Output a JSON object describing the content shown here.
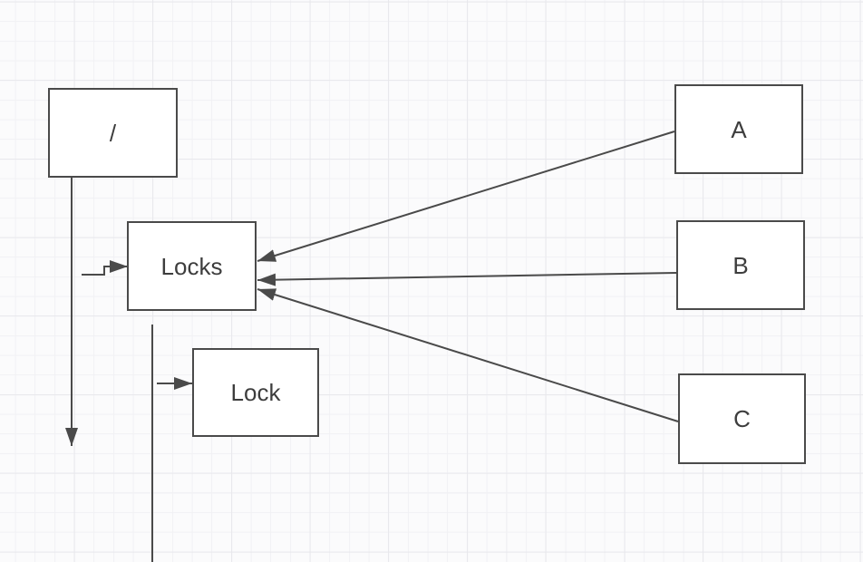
{
  "diagram": {
    "nodes": {
      "root": {
        "label": "/"
      },
      "locks": {
        "label": "Locks"
      },
      "lock": {
        "label": "Lock"
      },
      "a": {
        "label": "A"
      },
      "b": {
        "label": "B"
      },
      "c": {
        "label": "C"
      }
    },
    "edges": [
      {
        "name": "root-down-arrow",
        "from": "root",
        "to": "",
        "arrowhead": true
      },
      {
        "name": "a-to-locks",
        "from": "a",
        "to": "locks",
        "arrowhead": true
      },
      {
        "name": "b-to-locks",
        "from": "b",
        "to": "locks",
        "arrowhead": true
      },
      {
        "name": "c-to-locks",
        "from": "c",
        "to": "locks",
        "arrowhead": true
      },
      {
        "name": "stub-into-locks",
        "from": "",
        "to": "locks",
        "arrowhead": true
      },
      {
        "name": "stub-into-lock",
        "from": "",
        "to": "lock",
        "arrowhead": true
      },
      {
        "name": "long-vertical-line",
        "from": "",
        "to": "",
        "arrowhead": false
      }
    ],
    "colors": {
      "stroke": "#4a4a4a",
      "text": "#3d3d3d",
      "node_fill": "#ffffff",
      "background": "#fbfbfc",
      "grid_minor": "#f1f1f4",
      "grid_major": "#e8e8ec"
    }
  }
}
